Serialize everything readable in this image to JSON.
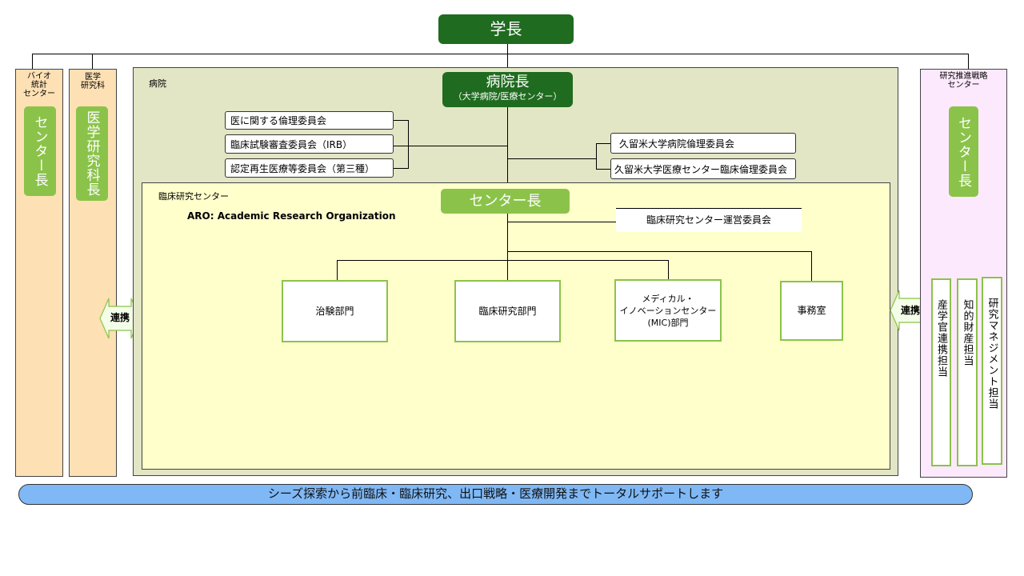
{
  "president": "学長",
  "left_columns": [
    {
      "label": "バイオ\n統計\nセンター",
      "head": "センター長"
    },
    {
      "label": "医学\n研究科",
      "head": "医学研究科長"
    }
  ],
  "hospital": {
    "label": "病院",
    "director": "病院長",
    "director_sub": "（大学病院/医療センター）",
    "committees_left": [
      "医に関する倫理委員会",
      "臨床試験審査委員会（IRB）",
      "認定再生医療等委員会（第三種）"
    ],
    "committees_right": [
      "久留米大学病院倫理委員会",
      "久留米大学医療センター臨床倫理委員会"
    ]
  },
  "crc": {
    "label": "臨床研究センター",
    "aro": "ARO:  Academic Research Organization",
    "head": "センター長",
    "steering": "臨床研究センター運営委員会",
    "departments": [
      "治験部門",
      "臨床研究部門",
      "メディカル・\nイノベーションセンター\n(MIC)部門",
      "事務室"
    ]
  },
  "link_label": "連携",
  "right_center": {
    "label": "研究推進戦略\nセンター",
    "head": "センター長",
    "sections": [
      "産学官連携担当",
      "知的財産担当",
      "研究マネジメント担当"
    ]
  },
  "footer": "シーズ探索から前臨床・臨床研究、出口戦略・医療開発までトータルサポートします",
  "colors": {
    "dark_green": "#1f6b1f",
    "light_green": "#8bc34a",
    "hospital_bg": "#e2e6c4",
    "crc_bg": "#ffffcc",
    "left_bg": "#fde0b4",
    "right_bg": "#fde9fd",
    "footer_bg": "#7fb8f5"
  }
}
